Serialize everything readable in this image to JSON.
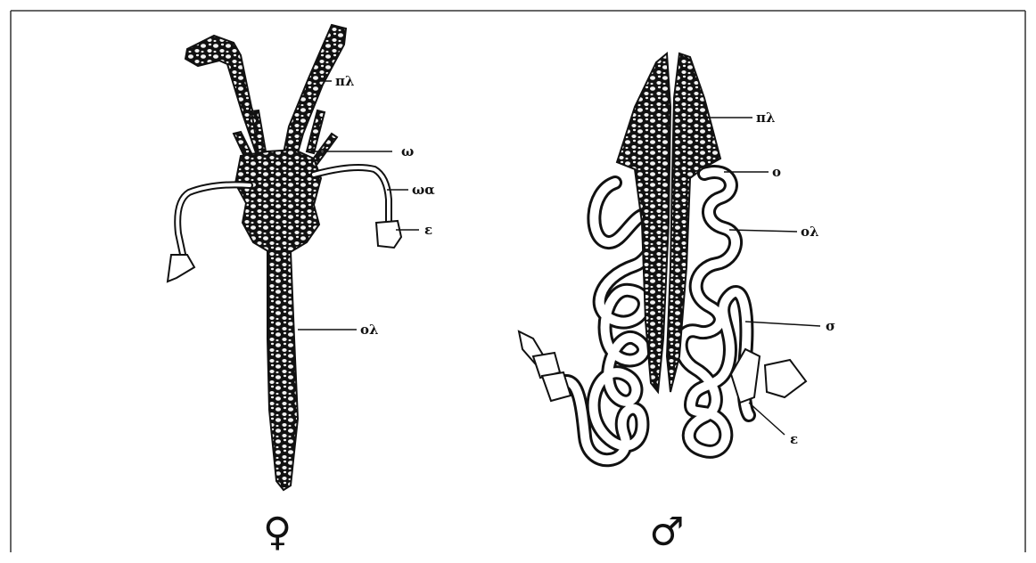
{
  "female": {
    "labels": {
      "pl": "πλ",
      "w": "ω",
      "wa": "ωα",
      "e": "ε",
      "ol": "ολ"
    },
    "symbol": "♀"
  },
  "male": {
    "labels": {
      "pl": "πλ",
      "o": "ο",
      "ol": "ολ",
      "s": "σ",
      "e": "ε"
    },
    "symbol": "♂"
  },
  "colors": {
    "ink": "#111111",
    "background": "#ffffff",
    "cell": "#f2f2f2"
  }
}
